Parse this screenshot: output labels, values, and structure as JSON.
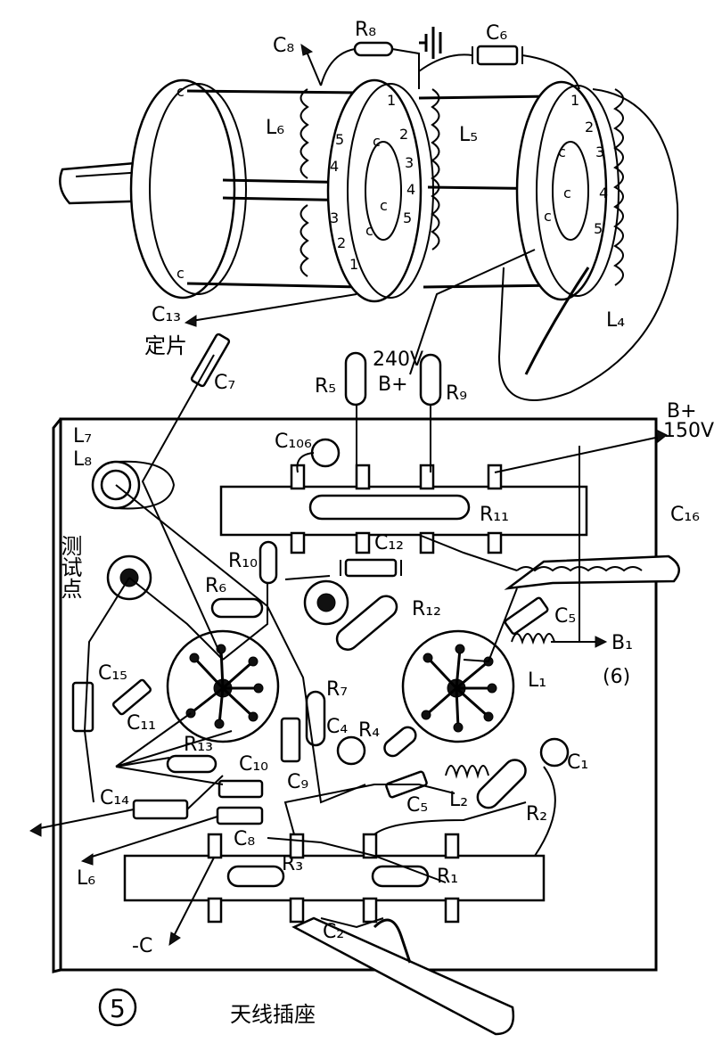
{
  "figure": {
    "number": "⑤"
  },
  "labels": {
    "c8_top": "C₈",
    "r8": "R₈",
    "c6": "C₆",
    "l6": "L₆",
    "l5": "L₅",
    "l4": "L₄",
    "c13": "C₁₃",
    "dingpian": "定片",
    "c7": "C₇",
    "r5": "R₅",
    "b240": "240V",
    "bplus": "B+",
    "r9": "R₉",
    "b150_top": "B+",
    "b150_bot": "150V",
    "l7": "L₇",
    "l8": "L₈",
    "c106": "C₁₀₆",
    "r11": "R₁₁",
    "c16": "C₁₆",
    "ceshidian": "测试点",
    "r10": "R₁₀",
    "c12": "C₁₂",
    "r6": "R₆",
    "r12": "R₁₂",
    "c5_top": "C₅",
    "b1": "B₁",
    "six": "(6)",
    "l1": "L₁",
    "c15": "C₁₅",
    "c11": "C₁₁",
    "r7": "R₇",
    "c4": "C₄",
    "r4": "R₄",
    "r13": "R₁₃",
    "c10": "C₁₀",
    "c9": "C₉",
    "c1": "C₁",
    "c14": "C₁₄",
    "c5_bot": "C₅",
    "l2": "L₂",
    "r2": "R₂",
    "c8_bot": "C₈",
    "r3": "R₃",
    "r1": "R₁",
    "l6_bot": "L₆",
    "c2": "C₂",
    "minus_c": "-C",
    "antenna": "天线插座"
  },
  "coil_labels": {
    "left_c1": "c",
    "left_c2": "c",
    "mid_1": "1",
    "mid_2": "2",
    "mid_3": "3",
    "mid_4": "4",
    "mid_5": "5",
    "midL_5": "5",
    "midL_4": "4",
    "midL_3": "3",
    "midL_2": "2",
    "midL_1": "1",
    "mid_ca": "c",
    "mid_cb": "c",
    "mid_cc": "c",
    "right_1": "1",
    "right_2": "2",
    "right_3": "3",
    "right_4": "4",
    "right_5": "5",
    "right_ca": "c",
    "right_cb": "c",
    "right_cc": "c"
  }
}
